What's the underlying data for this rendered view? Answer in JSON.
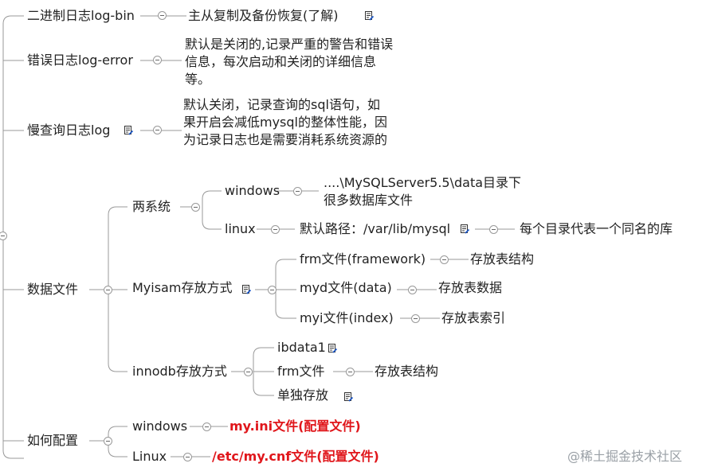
{
  "nodes": {
    "binlog": "二进制日志log-bin",
    "binlog_desc": "主从复制及备份恢复(了解)",
    "errlog": "错误日志log-error",
    "errlog_desc": "默认是关闭的,记录严重的警告和错误信息，每次启动和关闭的详细信息等。",
    "slowlog": "慢查询日志log",
    "slowlog_desc": "默认关闭，记录查询的sql语句，如果开启会减低mysql的整体性能，因为记录日志也是需要消耗系统资源的",
    "datafile": "数据文件",
    "two_sys": "两系统",
    "windows": "windows",
    "windows_desc": "....\\MySQLServer5.5\\data目录下很多数据库文件",
    "linux": "linux",
    "linux_desc": "默认路径：/var/lib/mysql",
    "linux_desc2": "每个目录代表一个同名的库",
    "myisam": "Myisam存放方式",
    "frm": "frm文件(framework)",
    "frm_desc": "存放表结构",
    "myd": "myd文件(data)",
    "myd_desc": "存放表数据",
    "myi": "myi文件(index)",
    "myi_desc": "存放表索引",
    "innodb": "innodb存放方式",
    "ibdata1": "ibdata1",
    "inno_frm": "frm文件",
    "inno_frm_desc": "存放表结构",
    "single": "单独存放",
    "config": "如何配置",
    "cfg_windows": "windows",
    "cfg_windows_desc": "my.ini文件(配置文件)",
    "cfg_linux": "Linux",
    "cfg_linux_desc": "/etc/my.cnf文件(配置文件)"
  },
  "watermark": "@稀土掘金技术社区"
}
